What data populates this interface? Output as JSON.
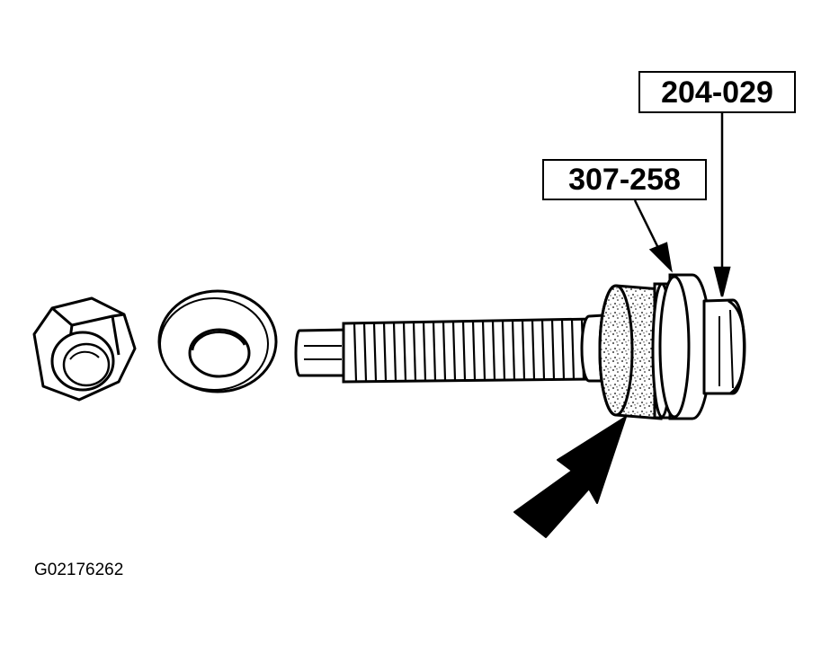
{
  "callouts": {
    "tool_a": "204-029",
    "tool_b": "307-258"
  },
  "figure_id": "G02176262",
  "colors": {
    "ink": "#000000",
    "paper": "#ffffff"
  }
}
